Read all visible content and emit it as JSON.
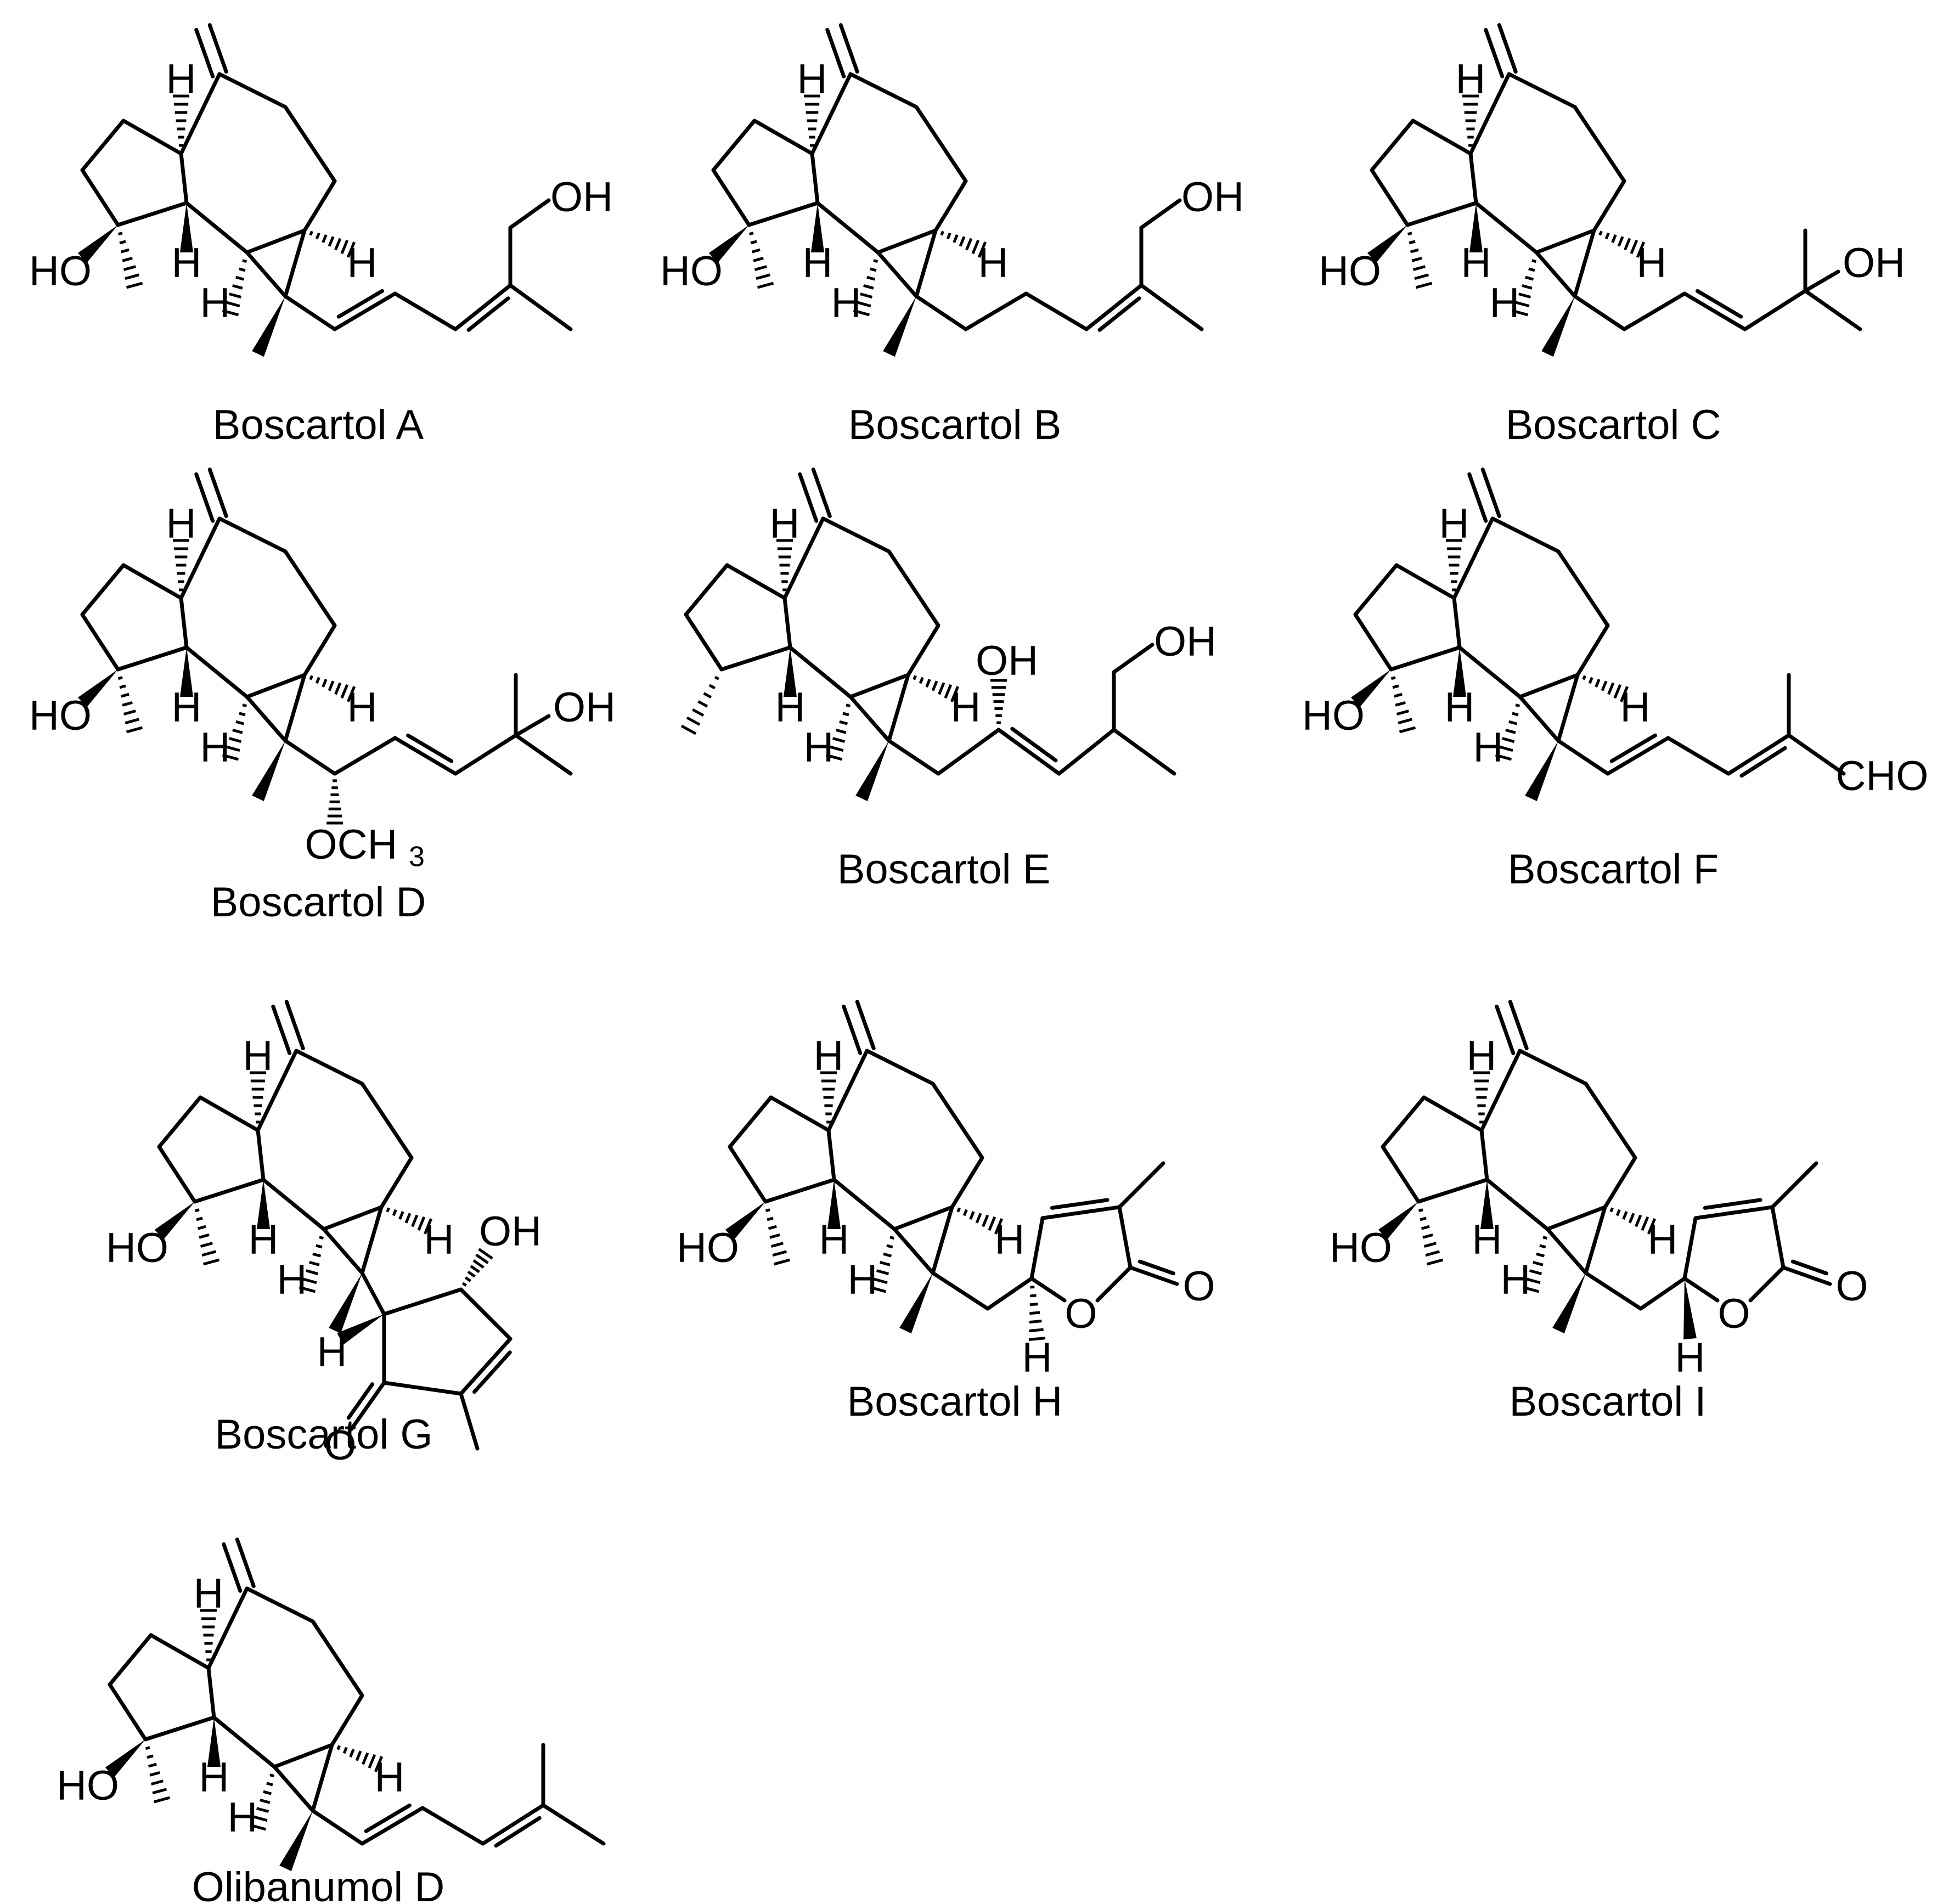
{
  "figure": "Boscartols A–I and olibanumol D",
  "compounds": [
    {
      "id": "A",
      "name": "Boscartol A",
      "tail": "dienol",
      "substituent": "OH",
      "stereo_h": "H"
    },
    {
      "id": "B",
      "name": "Boscartol B",
      "tail": "enol",
      "substituent": "OH",
      "stereo_h": "H"
    },
    {
      "id": "C",
      "name": "Boscartol C",
      "tail": "tertalcohol",
      "substituent": "OH",
      "stereo_h": "H"
    },
    {
      "id": "D",
      "name": "Boscartol D",
      "tail": "methoxy",
      "substituent": "OH",
      "methoxy": "OCH",
      "methoxy_sub": "3",
      "stereo_h": "H"
    },
    {
      "id": "E",
      "name": "Boscartol E",
      "tail": "diol",
      "substituent": "OH",
      "stereo_h": "H"
    },
    {
      "id": "F",
      "name": "Boscartol F",
      "tail": "aldehyde",
      "substituent": "CHO",
      "stereo_h": "H"
    },
    {
      "id": "G",
      "name": "Boscartol G",
      "tail": "cyclopentenone",
      "substituent": "OH",
      "carbonyl": "O",
      "stereo_h": "H"
    },
    {
      "id": "H",
      "name": "Boscartol H",
      "tail": "butenolide",
      "ring_o": "O",
      "carbonyl": "O",
      "stereo_h": "H"
    },
    {
      "id": "I",
      "name": "Boscartol I",
      "tail": "butenolide",
      "ring_o": "O",
      "carbonyl": "O",
      "stereo_h": "H"
    },
    {
      "id": "OD",
      "name": "Olibanumol D",
      "tail": "diene",
      "stereo_h": "H"
    }
  ],
  "labels": {
    "hydroxyl": "HO",
    "hydrogen": "H"
  },
  "colors": {
    "ink": "#000000",
    "background": "#ffffff"
  }
}
